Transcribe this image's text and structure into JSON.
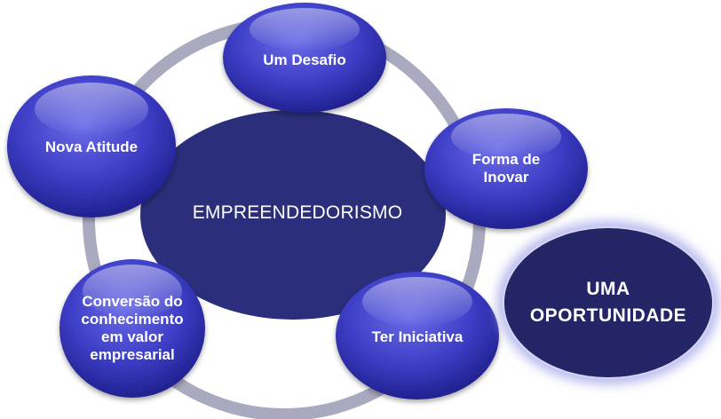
{
  "diagram": {
    "center": {
      "label": "EMPREENDEDORISMO"
    },
    "nodes": [
      {
        "id": "um-desafio",
        "label": "Um Desafio"
      },
      {
        "id": "forma-de-inovar",
        "label": "Forma de\nInovar"
      },
      {
        "id": "ter-iniciativa",
        "label": "Ter Iniciativa"
      },
      {
        "id": "conversao",
        "label": "Conversão do\nconhecimento\nem valor\nempresarial"
      },
      {
        "id": "nova-atitude",
        "label": "Nova Atitude"
      }
    ],
    "callout": {
      "label": "UMA\nOPORTUNIDADE"
    },
    "colors": {
      "ring": "#a9a9bf",
      "center_fill": "#2b2e7a",
      "node_light": "#5e5fe0",
      "node_dark": "#1f1f8f",
      "callout_fill": "#232566",
      "callout_glow": "#b8b8ee"
    }
  }
}
